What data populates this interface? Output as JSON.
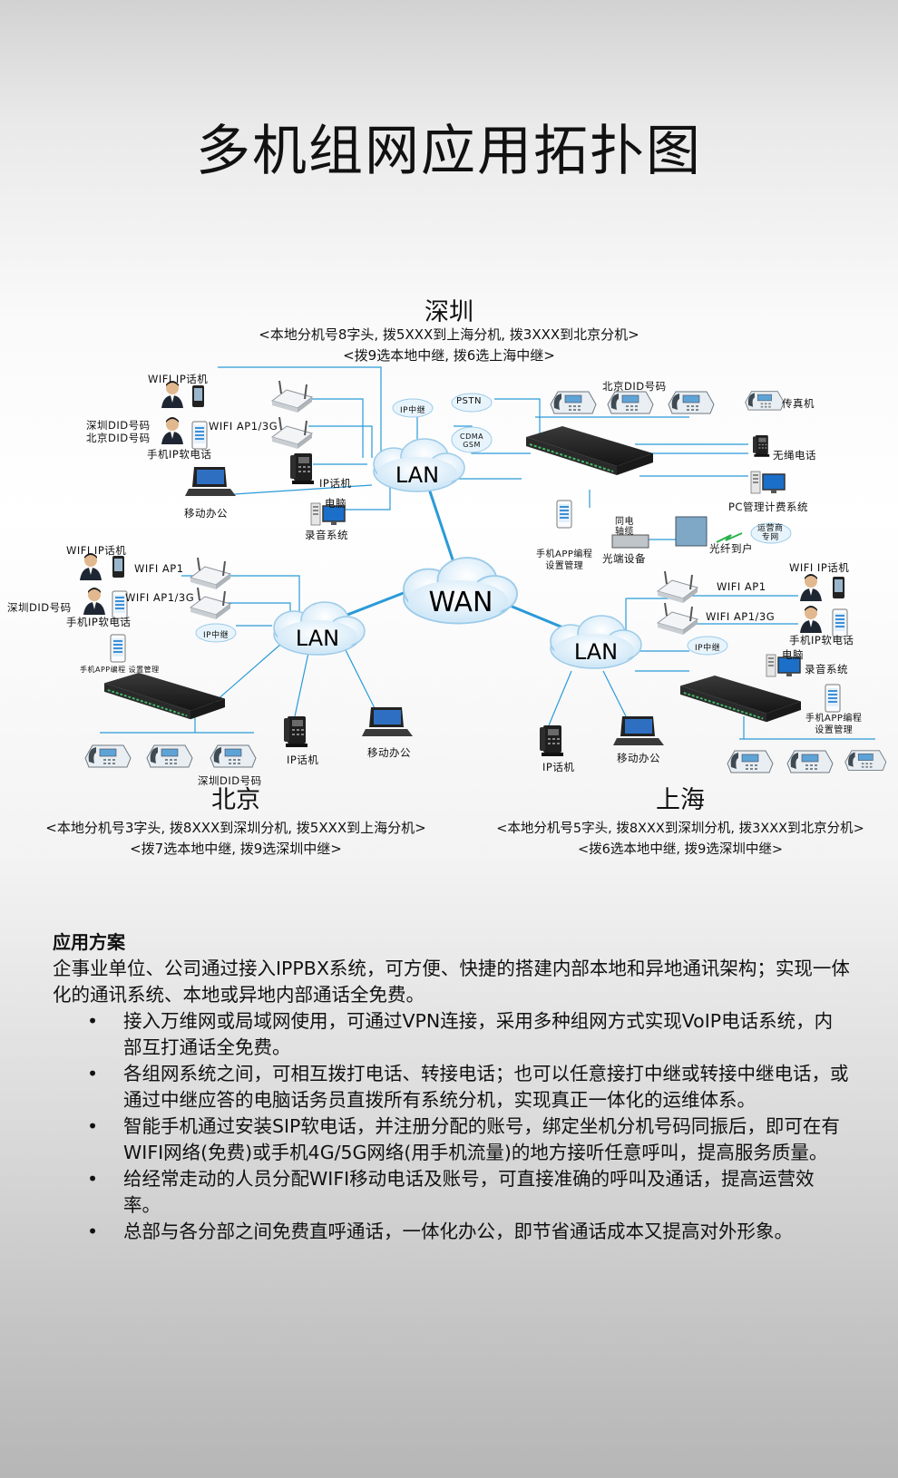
{
  "title": "多机组网应用拓扑图",
  "shenzhen": {
    "city": "深圳",
    "note1": "<本地分机号8字头, 拨5XXX到上海分机, 拨3XXX到北京分机>",
    "note2": "<拨9选本地中继, 拨6选上海中继>",
    "labels": {
      "wifi_ip_phone": "WIFI IP话机",
      "did_numbers": "深圳DID号码\n北京DID号码",
      "wifi_ap": "WIFI AP1/3G",
      "softphone": "手机IP软电话",
      "ip_phone": "IP话机",
      "mobile_office": "移动办公",
      "computer": "电脑",
      "recording": "录音系统",
      "ip_trunk": "IP中继",
      "pstn": "PSTN",
      "cdma_gsm": "CDMA\nGSM",
      "beijing_did": "北京DID号码",
      "fax": "传真机",
      "cordless": "无绳电话",
      "pc_billing": "PC管理计费系统",
      "app_mgmt": "手机APP编程\n设置管理",
      "coax": "同电\n轴缆",
      "optical_device": "光端设备",
      "fiber_home": "光纤到户",
      "carrier_line": "运营商\n专网"
    }
  },
  "beijing": {
    "city": "北京",
    "note1": "<本地分机号3字头, 拨8XXX到深圳分机, 拨5XXX到上海分机>",
    "note2": "<拨7选本地中继, 拨9选深圳中继>",
    "labels": {
      "wifi_ip_phone": "WIFI IP话机",
      "wifi_ap": "WIFI AP1",
      "did": "深圳DID号码",
      "wifi_ap3g": "WIFI AP1/3G",
      "softphone": "手机IP软电话",
      "ip_trunk": "IP中继",
      "app_mgmt": "手机APP编程 设置管理",
      "ip_phone": "IP话机",
      "mobile_office": "移动办公",
      "did_bottom": "深圳DID号码"
    }
  },
  "shanghai": {
    "city": "上海",
    "note1": "<本地分机号5字头, 拨8XXX到深圳分机, 拨3XXX到北京分机>",
    "note2": "<拨6选本地中继, 拨9选深圳中继>",
    "labels": {
      "wifi_ap": "WIFI AP1",
      "wifi_ip_phone": "WIFI IP话机",
      "wifi_ap3g": "WIFI AP1/3G",
      "softphone": "手机IP软电话",
      "ip_trunk": "IP中继",
      "computer": "电脑",
      "recording": "录音系统",
      "app_mgmt": "手机APP编程\n设置管理",
      "ip_phone": "IP话机",
      "mobile_office": "移动办公"
    }
  },
  "clouds": {
    "wan": "WAN",
    "lan": "LAN"
  },
  "solution": {
    "heading": "应用方案",
    "intro": "企事业单位、公司通过接入IPPBX系统，可方便、快捷的搭建内部本地和异地通讯架构；实现一体化的通讯系统、本地或异地内部通话全免费。",
    "bullet": "•",
    "items": [
      "接入万维网或局域网使用，可通过VPN连接，采用多种组网方式实现VoIP电话系统，内部互打通话全免费。",
      "各组网系统之间，可相互拨打电话、转接电话；也可以任意接打中继或转接中继电话，或通过中继应答的电脑话务员直拨所有系统分机，实现真正一体化的运维体系。",
      "智能手机通过安装SIP软电话，并注册分配的账号，绑定坐机分机号码同振后，即可在有WIFI网络(免费)或手机4G/5G网络(用手机流量)的地方接听任意呼叫，提高服务质量。",
      "给经常走动的人员分配WIFI移动电话及账号，可直接准确的呼叫及通话，提高运营效率。",
      "总部与各分部之间免费直呼通话，一体化办公，即节省通话成本又提高对外形象。"
    ]
  },
  "colors": {
    "link": "#2a9ad8",
    "cloud": "#e8f4fc",
    "device": "#2b2b2b"
  }
}
